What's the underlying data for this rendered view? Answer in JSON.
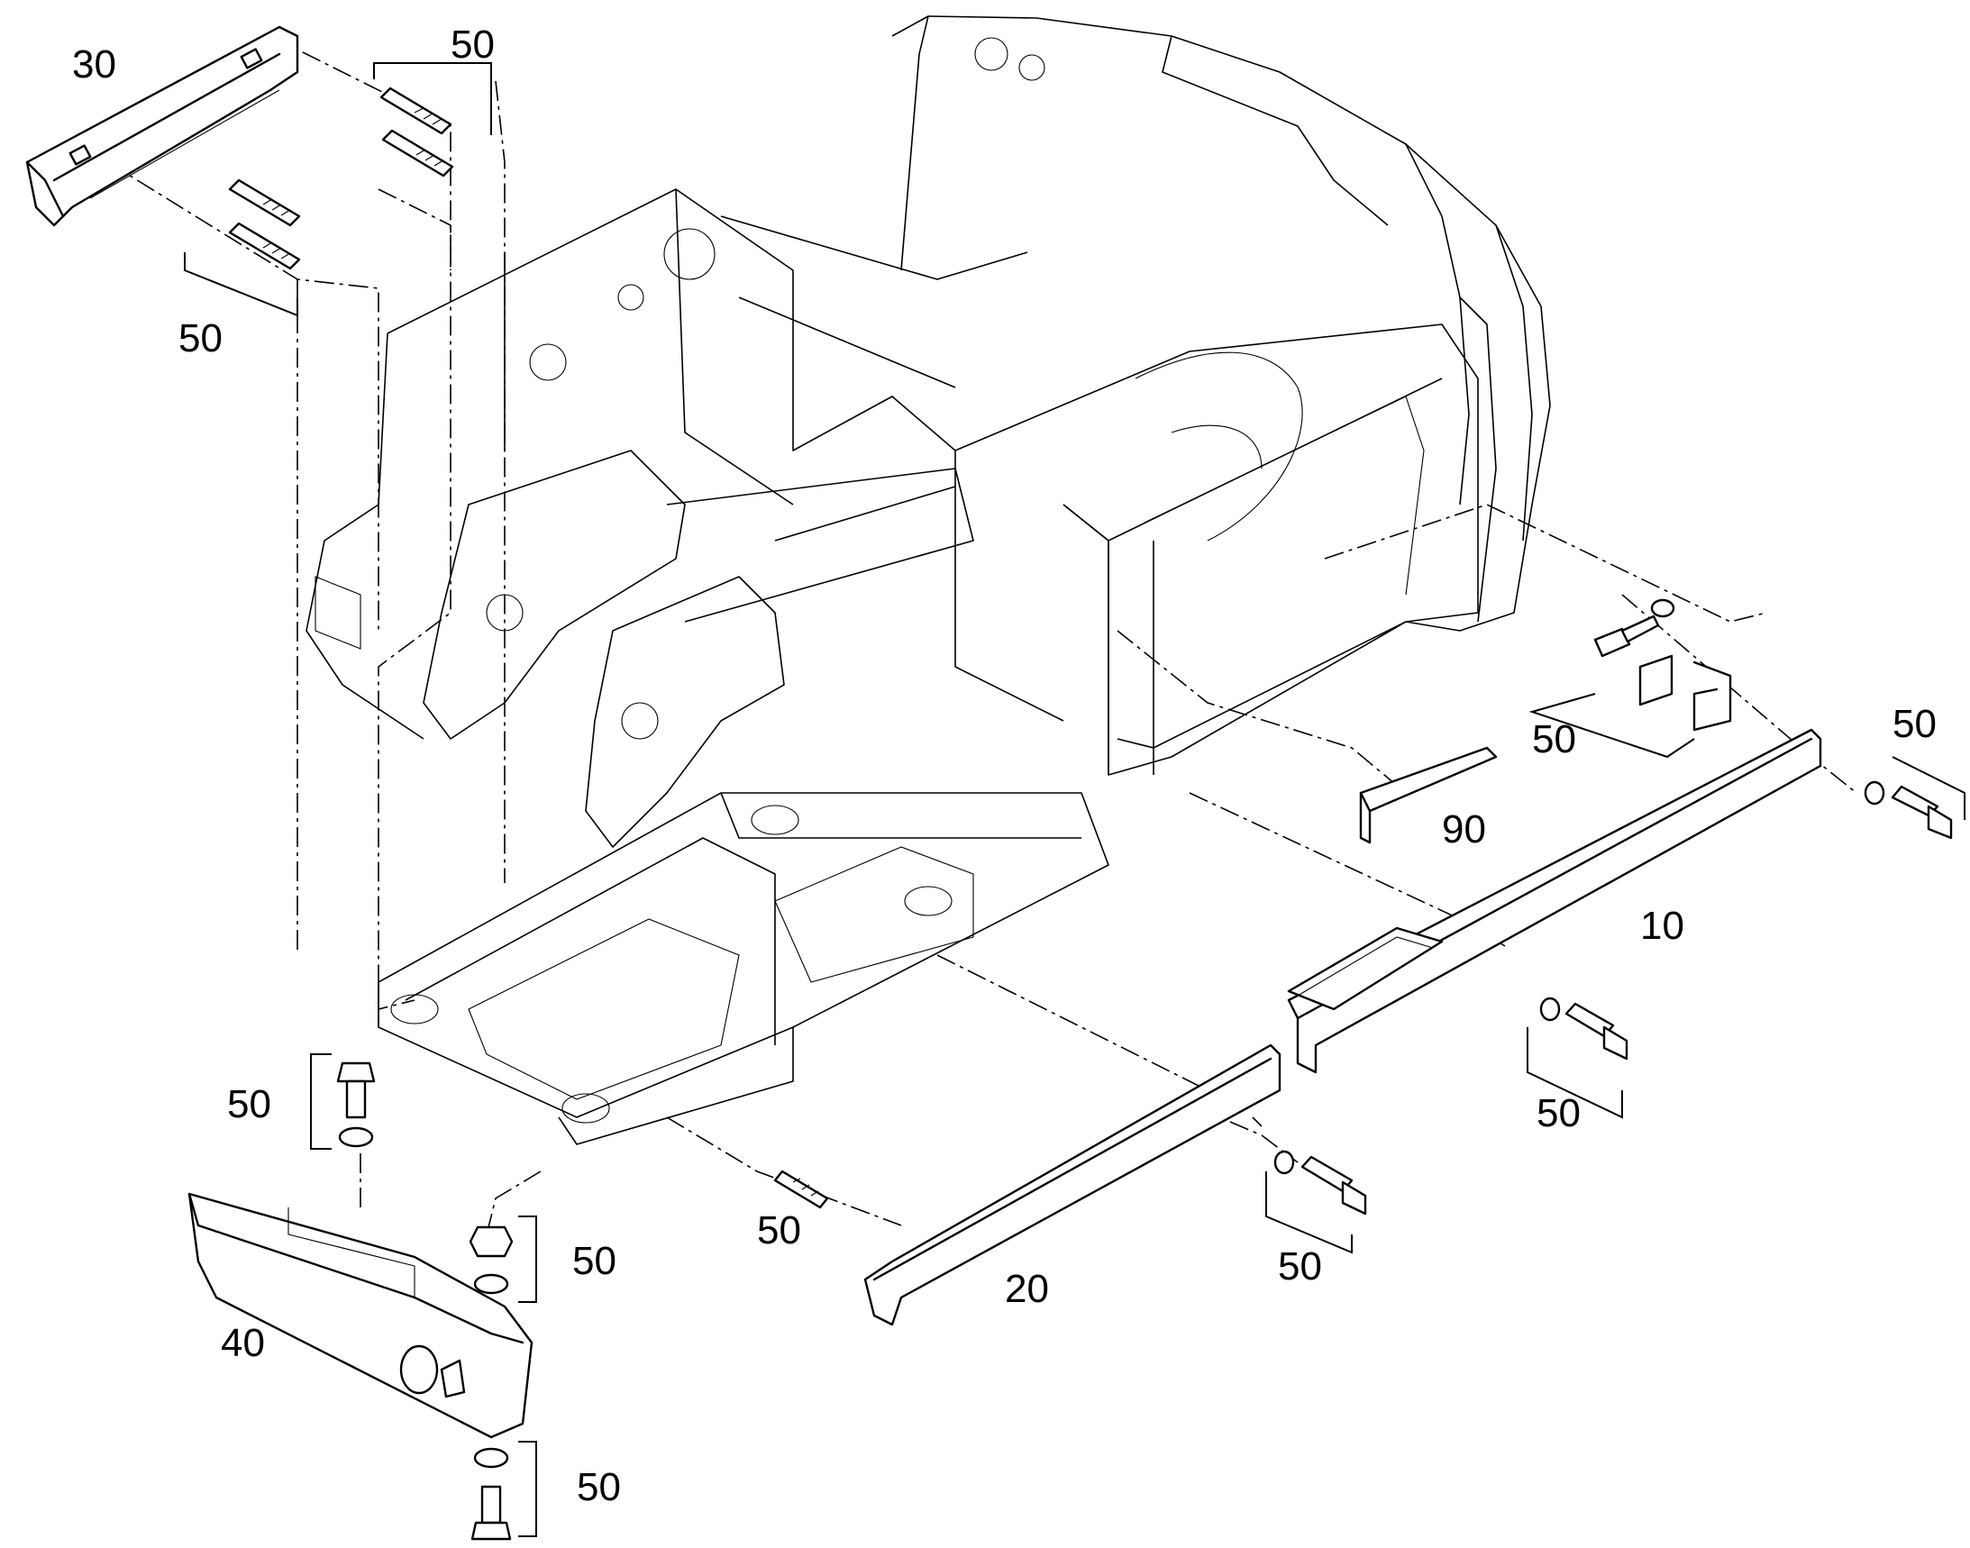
{
  "diagram": {
    "callouts": [
      {
        "id": "c30",
        "label": "30"
      },
      {
        "id": "c50_a",
        "label": "50"
      },
      {
        "id": "c50_b",
        "label": "50"
      },
      {
        "id": "c50_c",
        "label": "50"
      },
      {
        "id": "c50_d",
        "label": "50"
      },
      {
        "id": "c90",
        "label": "90"
      },
      {
        "id": "c10",
        "label": "10"
      },
      {
        "id": "c50_e",
        "label": "50"
      },
      {
        "id": "c50_f",
        "label": "50"
      },
      {
        "id": "c50_g",
        "label": "50"
      },
      {
        "id": "c50_h",
        "label": "50"
      },
      {
        "id": "c20",
        "label": "20"
      },
      {
        "id": "c50_i",
        "label": "50"
      },
      {
        "id": "c40",
        "label": "40"
      },
      {
        "id": "c50_j",
        "label": "50"
      }
    ]
  }
}
